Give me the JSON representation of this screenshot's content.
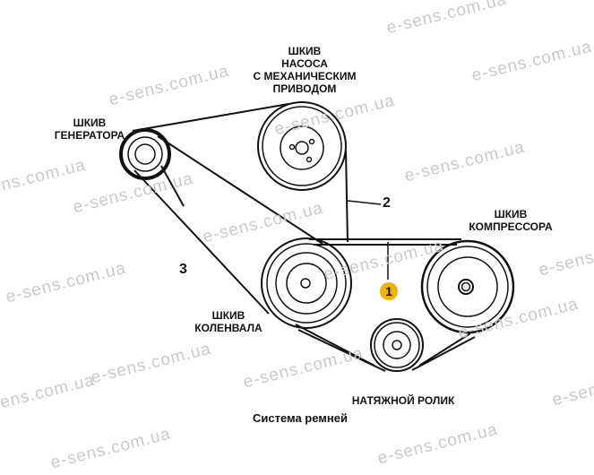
{
  "watermark": "e-sens.com.ua",
  "labels": {
    "pump": [
      "ШКИВ",
      "НАСОСА",
      "С МЕХАНИЧЕСКИМ",
      "ПРИВОДОМ"
    ],
    "generator": [
      "ШКИВ",
      "ГЕНЕРАТОРА"
    ],
    "compressor": [
      "ШКИВ",
      "КОМПРЕССОРА"
    ],
    "crankshaft": [
      "ШКИВ",
      "КОЛЕНВАЛА"
    ],
    "idler": "НАТЯЖНОЙ РОЛИК"
  },
  "belts": {
    "belt1": "1",
    "belt2": "2",
    "belt3": "3"
  },
  "caption": "Система ремней",
  "colors": {
    "badge": "#f0b400"
  }
}
